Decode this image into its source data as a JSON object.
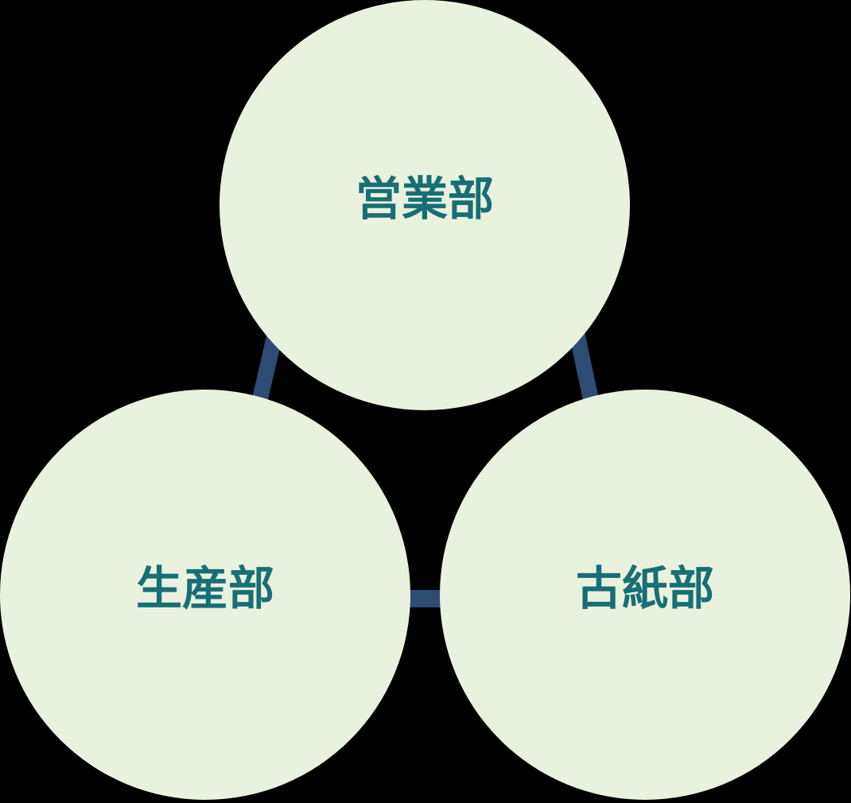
{
  "diagram": {
    "type": "relationship-diagram",
    "background_color": "#000000",
    "circle_fill_color": "#e9f2de",
    "label_color": "#176f75",
    "connector_color": "#2e4b72",
    "nodes": [
      {
        "id": "sales",
        "label": "営業部",
        "position": "top"
      },
      {
        "id": "production",
        "label": "生産部",
        "position": "bottom-left"
      },
      {
        "id": "recycled-paper",
        "label": "古紙部",
        "position": "bottom-right"
      }
    ],
    "connections": [
      {
        "from": "sales",
        "to": "production"
      },
      {
        "from": "sales",
        "to": "recycled-paper"
      },
      {
        "from": "production",
        "to": "recycled-paper"
      }
    ]
  }
}
